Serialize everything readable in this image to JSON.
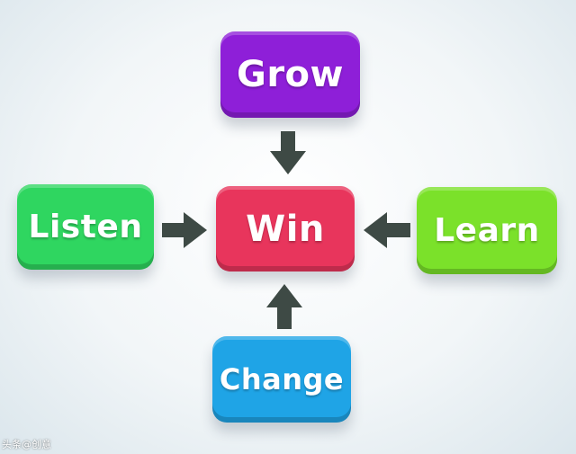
{
  "diagram": {
    "center": {
      "label": "Win",
      "color": "#e8355c"
    },
    "nodes": [
      {
        "id": "grow",
        "label": "Grow",
        "color": "#8e1fd8",
        "direction": "top"
      },
      {
        "id": "listen",
        "label": "Listen",
        "color": "#2fd660",
        "direction": "left"
      },
      {
        "id": "learn",
        "label": "Learn",
        "color": "#7be12a",
        "direction": "right"
      },
      {
        "id": "change",
        "label": "Change",
        "color": "#1fa4e6",
        "direction": "bottom"
      }
    ],
    "arrow_color": "#3e4a45"
  },
  "watermark": "头条@创意"
}
